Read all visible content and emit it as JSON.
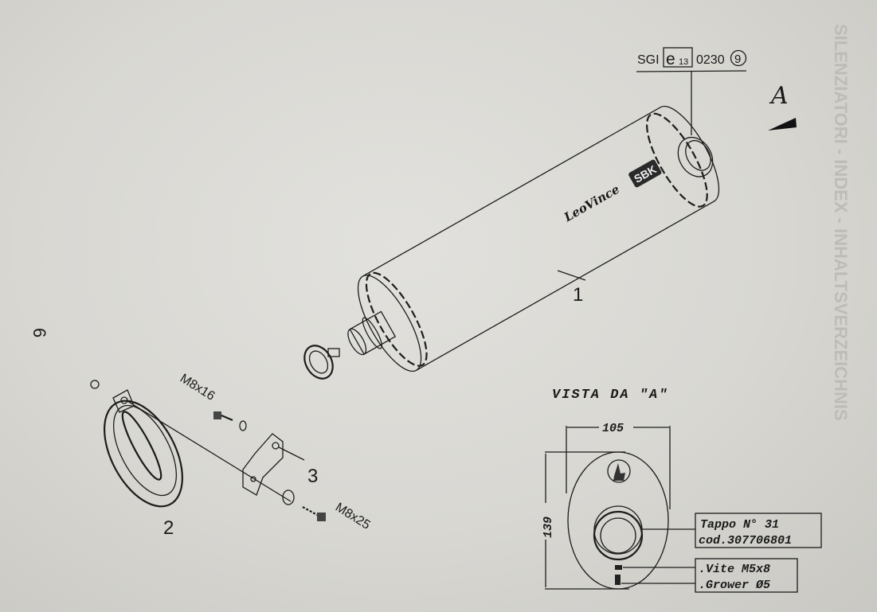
{
  "page_number": "6",
  "homologation": {
    "prefix": "SGI",
    "mark": "e",
    "mark_sub": "13",
    "number": "0230",
    "circled": "9"
  },
  "view_marker": "A",
  "parts": {
    "muffler": "1",
    "clamp": "2",
    "bracket": "3"
  },
  "brand_logo": {
    "text": "LeoVince",
    "badge": "SBK"
  },
  "fasteners": {
    "upper": "M8x16",
    "lower": "M8x25"
  },
  "detail_view": {
    "title": "VISTA DA \"A\"",
    "width_dim": "105",
    "height_dim": "139",
    "cap_label": [
      "Tappo N° 31",
      "cod.307706801"
    ],
    "screw_label": [
      ".Vite M5x8",
      ".Grower Ø5"
    ]
  },
  "bleed_through_heading": "SILENZIATORI - INDEX - INHALTSVERZEICHNIS"
}
